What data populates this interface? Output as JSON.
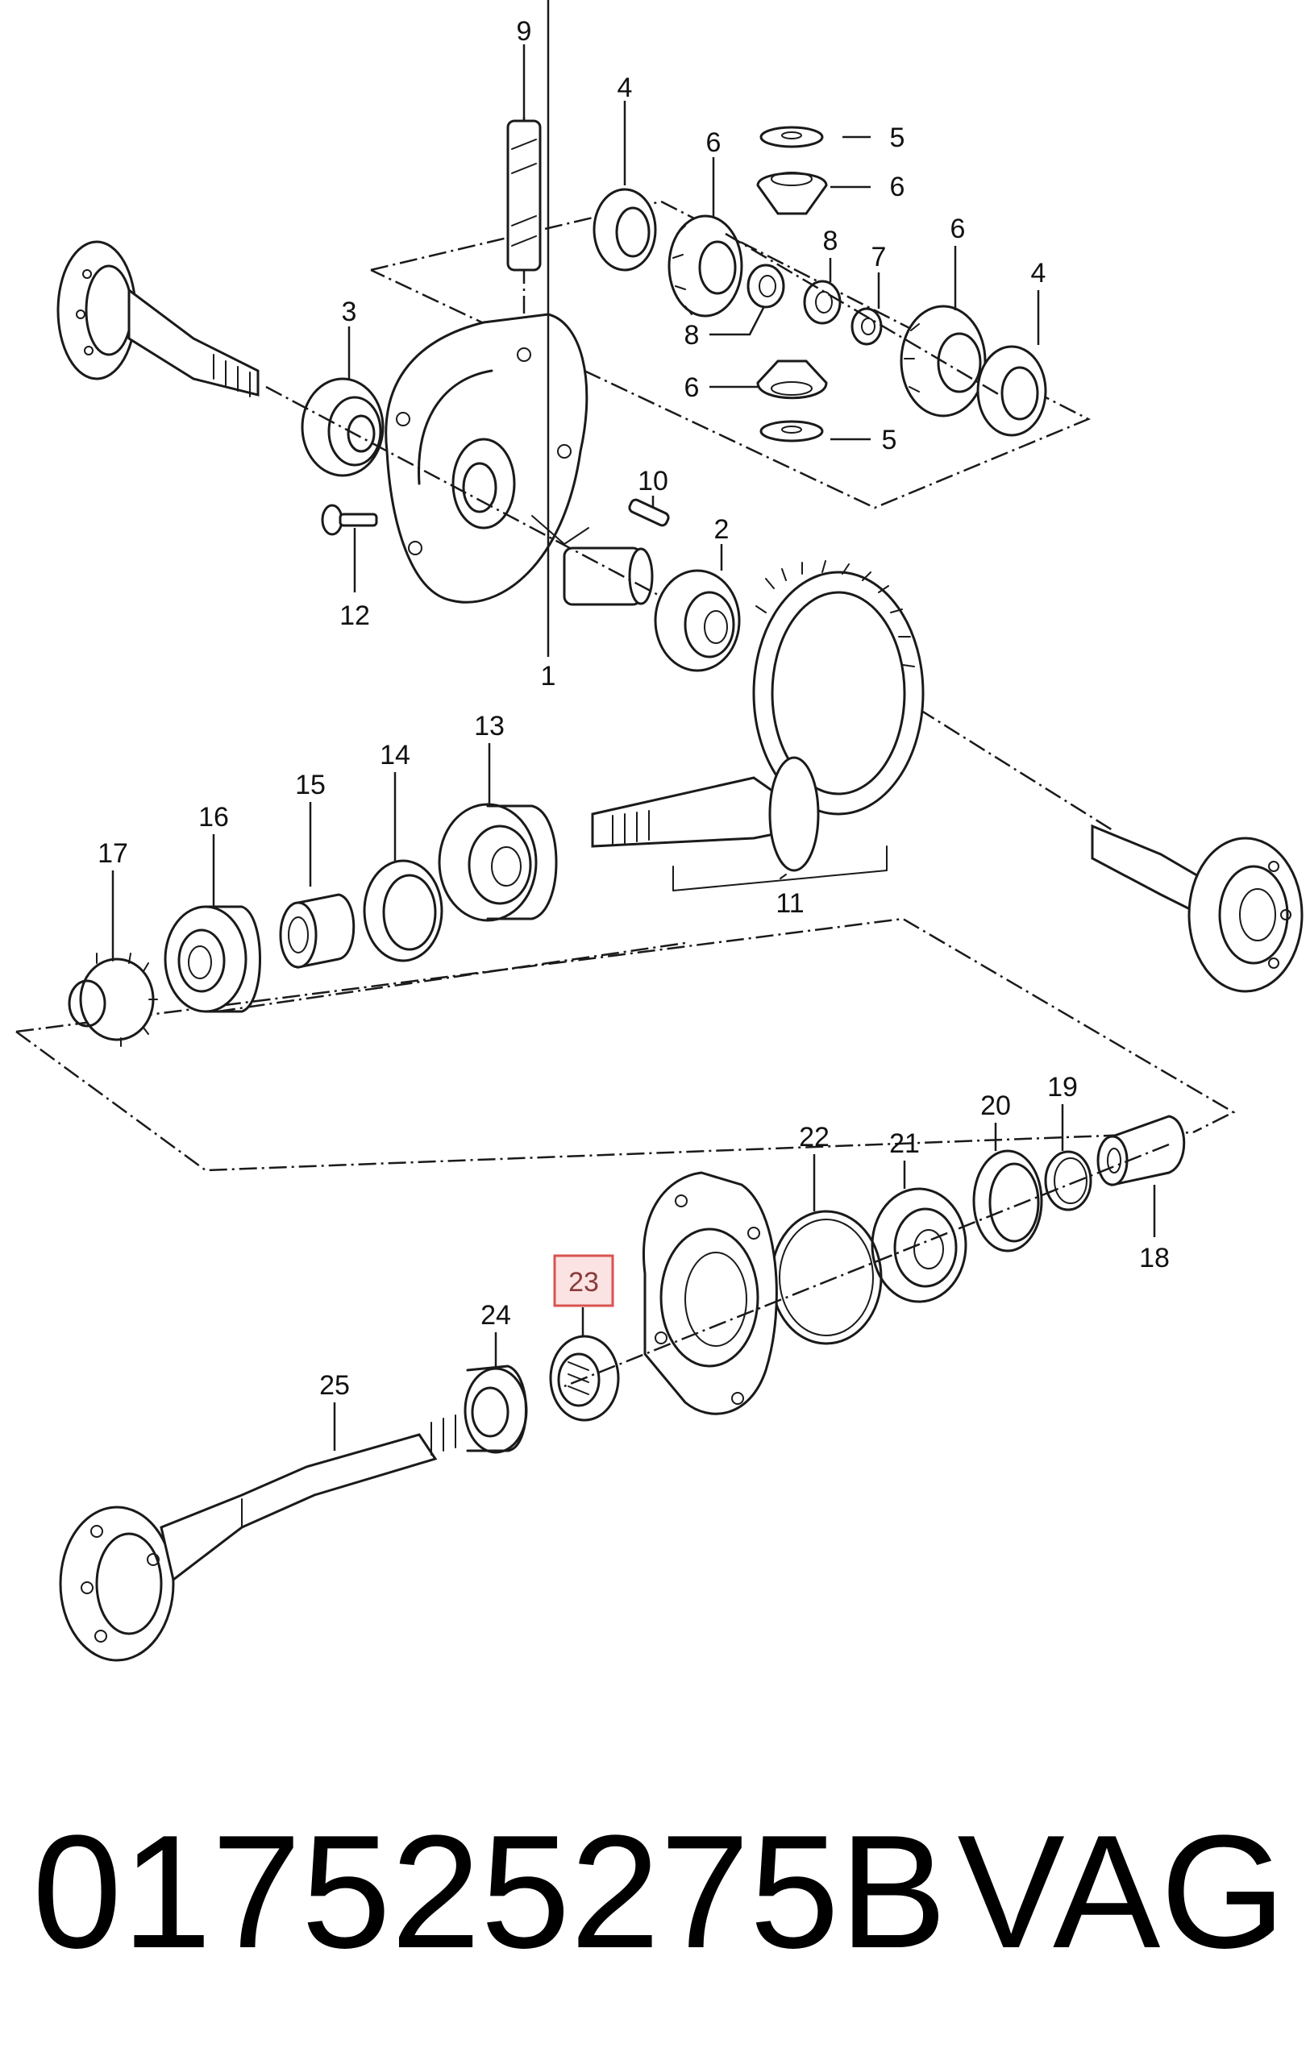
{
  "diagram": {
    "labels": [
      "1",
      "2",
      "3",
      "4",
      "4",
      "5",
      "5",
      "6",
      "6",
      "6",
      "6",
      "7",
      "8",
      "8",
      "9",
      "10",
      "11",
      "12",
      "13",
      "14",
      "15",
      "16",
      "17",
      "18",
      "19",
      "20",
      "21",
      "22",
      "23",
      "24",
      "25"
    ],
    "highlighted_label": "23"
  },
  "caption": {
    "part_number": "017525275B",
    "brand": "VAG"
  },
  "colors": {
    "highlight_fill": "#fbe3e3",
    "highlight_border": "#d9534f",
    "line": "#1a1a1a"
  }
}
